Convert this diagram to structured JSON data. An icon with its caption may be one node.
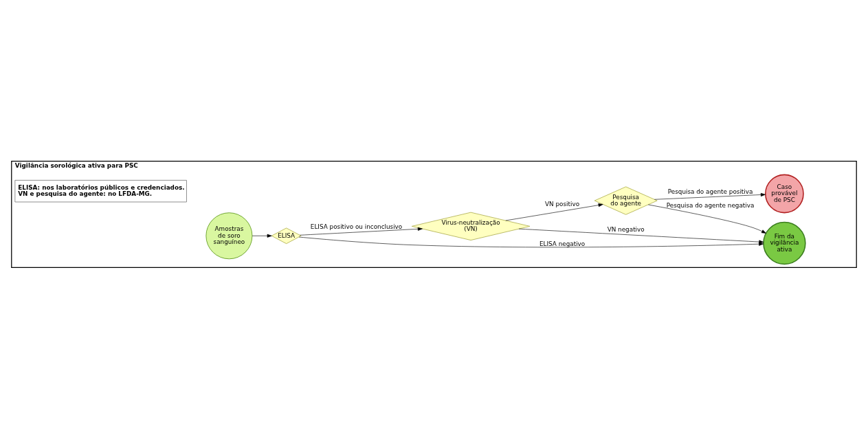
{
  "diagram": {
    "nodes": [
      {
        "text": [
          "Vigilância sorológica ativa para PSC"
        ]
      },
      {
        "text": [
          "Amostras de soro sanguíneo"
        ],
        "in": 0
      },
      {
        "text": [
          "ELISA"
        ],
        "in": 0
      },
      {
        "text": [
          "Fim da vigilância ativa"
        ],
        "in": 0
      },
      {
        "text": [
          "Virus-neutralização (VN)"
        ],
        "in": 0
      },
      {
        "text": [
          "Pesquisa do agente"
        ],
        "in": 0
      },
      {
        "text": [
          "Caso provável de PSC"
        ],
        "in": 0
      },
      {
        "text": [
          "ELISA: nos laboratórios públicos e credenciados.",
          "VN e pesquisa do agente: no LFDA-MG."
        ],
        "in": 0
      }
    ],
    "edges": [
      {
        "from": 1,
        "to": 2,
        "arrow": "to"
      },
      {
        "from": 2,
        "to": 3,
        "arrow": "to",
        "label": "ELISA negativo"
      },
      {
        "from": 2,
        "to": 4,
        "arrow": "to",
        "label": "ELISA positivo ou inconclusivo"
      },
      {
        "from": 4,
        "to": 3,
        "arrow": "to",
        "label": "VN negativo"
      },
      {
        "from": 4,
        "to": 5,
        "arrow": "to",
        "label": "VN positivo"
      },
      {
        "from": 5,
        "to": 3,
        "arrow": "to",
        "label": "Pesquisa do agente negativa"
      },
      {
        "from": 5,
        "to": 6,
        "arrow": "to",
        "label": "Pesquisa do agente positiva"
      }
    ]
  }
}
